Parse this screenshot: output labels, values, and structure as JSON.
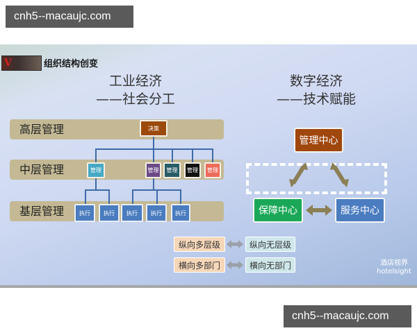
{
  "watermarks": {
    "top": "cnh5--macaujc.com",
    "bottom": "cnh5--macaujc.com"
  },
  "slide": {
    "title": "组织结构创变",
    "logo_letter": "V",
    "brand": {
      "cn": "酒店视界",
      "en": "hotelsight"
    }
  },
  "left": {
    "heading_line1": "工业经济",
    "heading_line2": "——社会分工",
    "levels": [
      {
        "label": "高层管理"
      },
      {
        "label": "中层管理"
      },
      {
        "label": "基层管理"
      }
    ],
    "top_node": {
      "label": "决策",
      "color": "#9c4a0c"
    },
    "middle_nodes": [
      {
        "label": "管理",
        "color": "#45a9c4"
      },
      {
        "label": "管理",
        "color": "#6b4a87"
      },
      {
        "label": "管理",
        "color": "#285c66"
      },
      {
        "label": "管理",
        "color": "#111111"
      },
      {
        "label": "管理",
        "color": "#ee6a5a"
      }
    ],
    "exec_nodes": [
      {
        "label": "执行"
      },
      {
        "label": "执行"
      },
      {
        "label": "执行"
      },
      {
        "label": "执行"
      },
      {
        "label": "执行"
      }
    ]
  },
  "right": {
    "heading_line1": "数字经济",
    "heading_line2": "——技术赋能",
    "centers": {
      "management": {
        "label": "管理中心",
        "color": "#a0470e"
      },
      "support": {
        "label": "保障中心",
        "color": "#1aa858"
      },
      "service": {
        "label": "服务中心",
        "color": "#4a7cbf"
      }
    }
  },
  "comparison": [
    {
      "from": "纵向多层级",
      "to": "纵向无层级"
    },
    {
      "from": "横向多部门",
      "to": "横向无部门"
    }
  ],
  "colors": {
    "band": "#c4b994",
    "connector": "#3e6aa8",
    "arrow": "#8b7f55"
  }
}
